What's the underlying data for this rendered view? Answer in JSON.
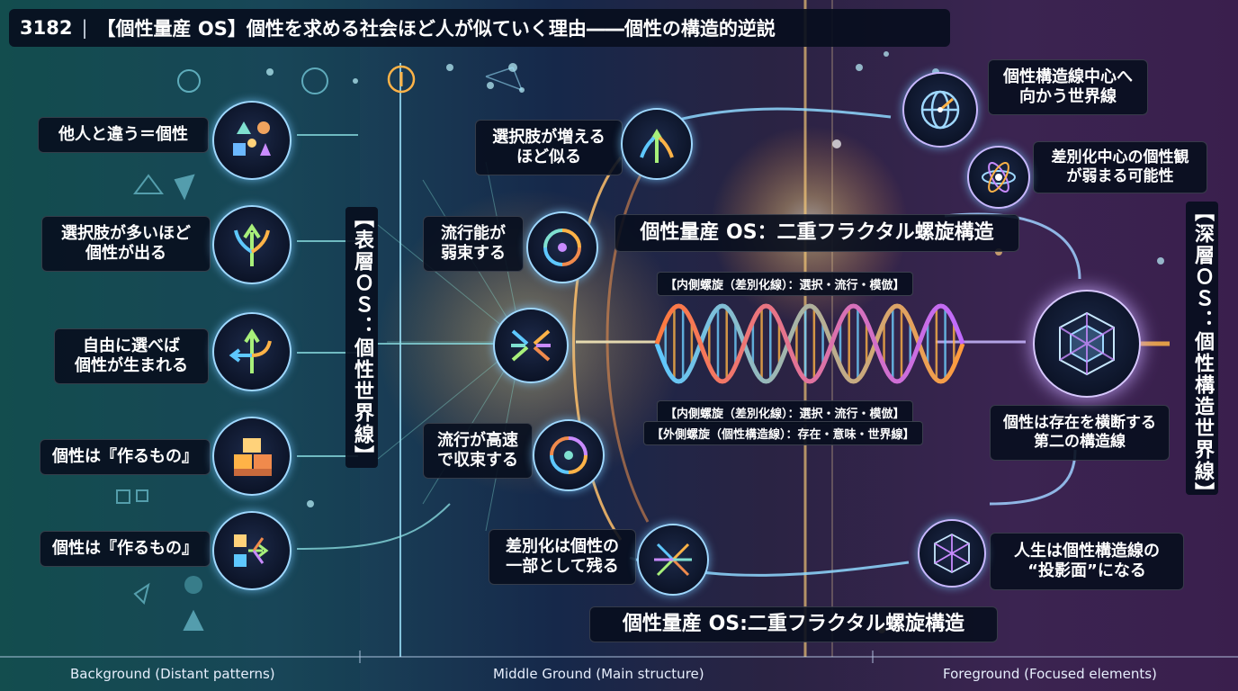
{
  "title": {
    "number": "3182",
    "separator": "|",
    "text": "【個性量産 OS】個性を求める社会ほど人が似ていく理由――個性の構造的逆説"
  },
  "left_items": [
    {
      "lines": [
        "他人と違う＝個性"
      ],
      "icon": "shapes-icon"
    },
    {
      "lines": [
        "選択肢が多いほど",
        "個性が出る"
      ],
      "icon": "branching-arrows-icon"
    },
    {
      "lines": [
        "自由に選べば",
        "個性が生まれる"
      ],
      "icon": "split-arrows-icon"
    },
    {
      "lines": [
        "個性は『作るもの』"
      ],
      "icon": "blocks-icon"
    },
    {
      "lines": [
        "個性は『作るもの』"
      ],
      "icon": "cubes-flow-icon"
    }
  ],
  "surface_os_label": "【表層ＯＳ：個性世界線】",
  "middle_items": [
    {
      "lines": [
        "選択肢が増える",
        "ほど似る"
      ],
      "icon": "converging-arrows-icon"
    },
    {
      "lines": [
        "流行能が",
        "弱束する"
      ],
      "icon": "swirl-icon"
    },
    {
      "lines": [
        "流行が高速",
        "で収束する"
      ],
      "icon": "swirl-icon"
    },
    {
      "lines": [
        "差別化は個性の",
        "一部として残る"
      ],
      "icon": "scatter-arrows-icon"
    }
  ],
  "center_icon": "converging-arrows-icon",
  "helix_title": "個性量産 OS：二重フラクタル螺旋構造",
  "helix_labels": {
    "top": "【内側螺旋（差別化線）：選択・流行・模倣】",
    "bottom1": "【内側螺旋（差別化線）：選択・流行・模倣】",
    "bottom2": "【外側螺旋（個性構造線）：存在・意味・世界線】"
  },
  "right_items": [
    {
      "lines": [
        "個性構造線中心へ",
        "向かう世界線"
      ],
      "icon": "globe-icon"
    },
    {
      "lines": [
        "差別化中心の個性観",
        "が弱まる可能性"
      ],
      "icon": "atom-icon"
    },
    {
      "lines": [
        "個性は存在を横断する",
        "第二の構造線"
      ],
      "icon": "geodesic-icon"
    },
    {
      "lines": [
        "人生は個性構造線の",
        "“投影面”になる"
      ],
      "icon": "geodesic-icon"
    }
  ],
  "deep_os_label": "【深層ＯＳ：個性構造世界線】",
  "bottom_title": "個性量産 OS:二重フラクタル螺旋構造",
  "footer": {
    "background": "Background (Distant patterns)",
    "middle": "Middle Ground (Main structure)",
    "foreground": "Foreground (Focused elements)"
  },
  "colors": {
    "accent_cyan": "#5ee7ff",
    "accent_orange": "#ffb347",
    "accent_purple": "#b57cff"
  }
}
